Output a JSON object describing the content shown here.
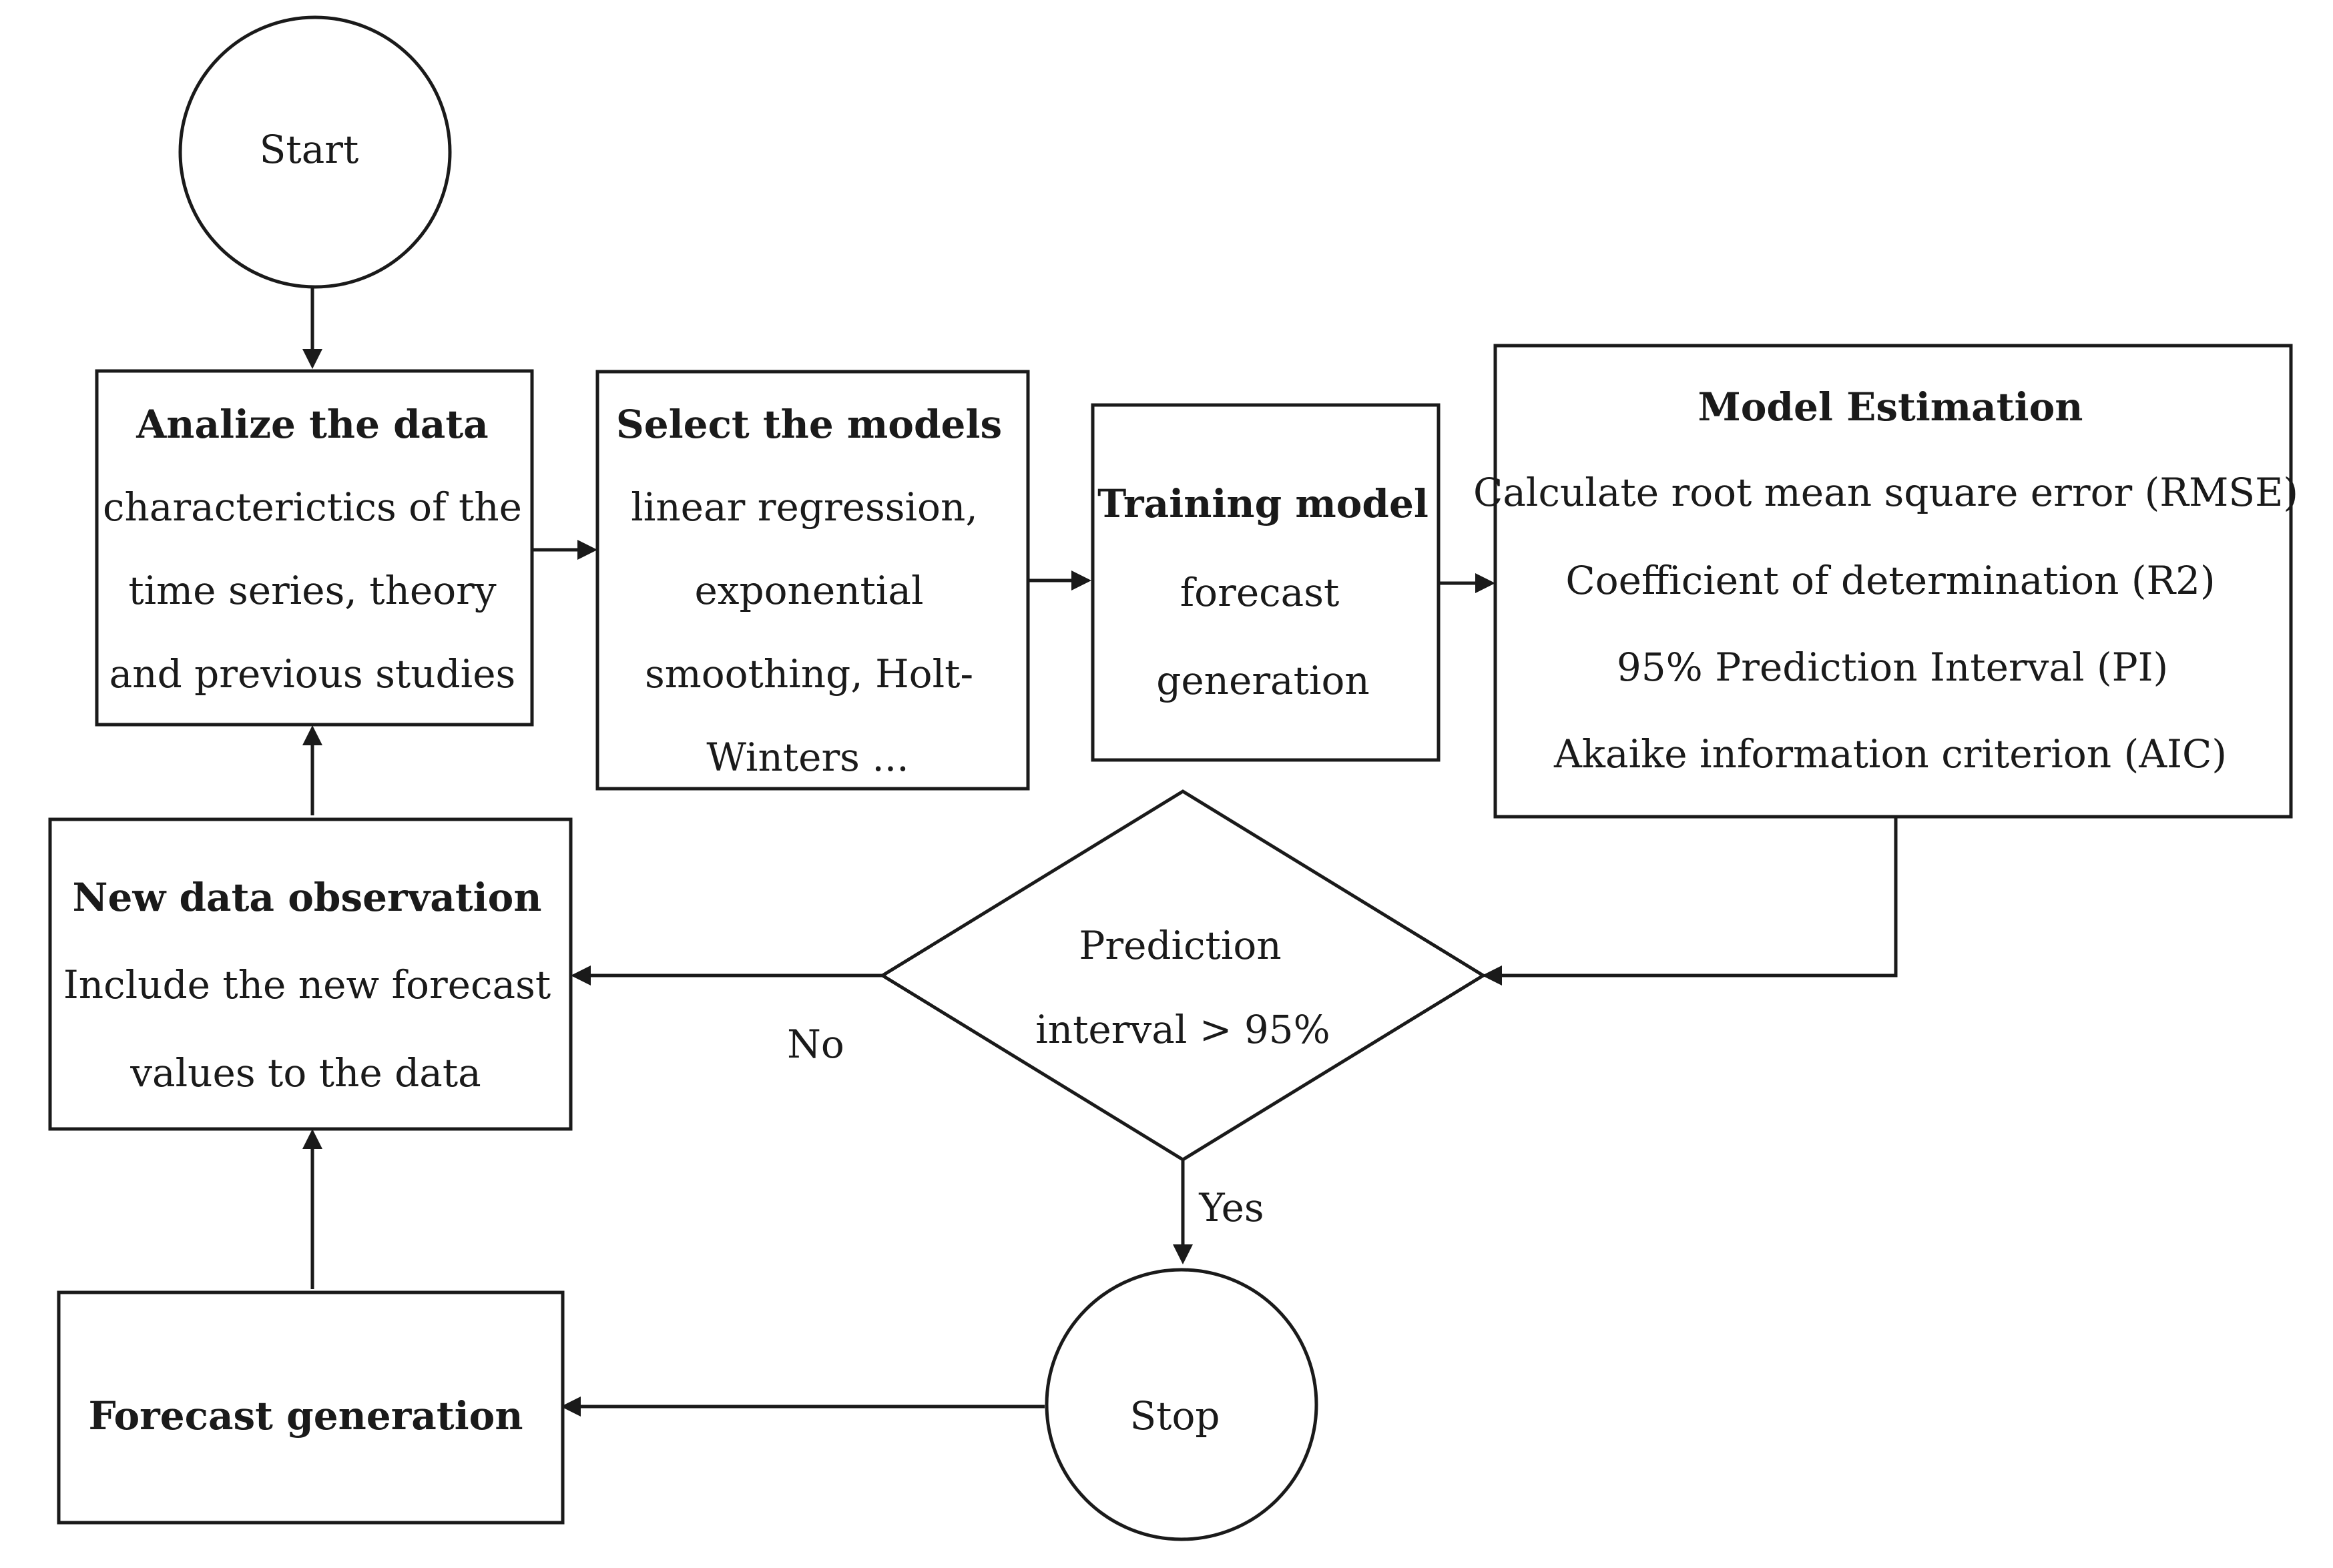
{
  "nodes": {
    "start": {
      "label": "Start"
    },
    "analyze": {
      "title": "Analize the data",
      "lines": [
        "characterictics of the",
        "time series, theory",
        "and previous studies"
      ]
    },
    "select": {
      "title": "Select the models",
      "lines": [
        "linear regression,",
        "exponential",
        "smoothing, Holt-",
        "Winters ..."
      ]
    },
    "training": {
      "title": "Training model",
      "lines": [
        "forecast",
        "generation"
      ]
    },
    "estimation": {
      "title": "Model Estimation",
      "lines": [
        "Calculate root mean square error (RMSE)",
        "Coefficient of determination (R2)",
        "95% Prediction Interval (PI)",
        "Akaike information criterion (AIC)"
      ]
    },
    "decision": {
      "lines": [
        "Prediction",
        "interval > 95%"
      ]
    },
    "new_obs": {
      "title": "New data observation",
      "lines": [
        "Include the new forecast",
        "values to the data"
      ]
    },
    "forecast": {
      "title": "Forecast generation"
    },
    "stop": {
      "label": "Stop"
    }
  },
  "edges": {
    "no_label": "No",
    "yes_label": "Yes"
  }
}
